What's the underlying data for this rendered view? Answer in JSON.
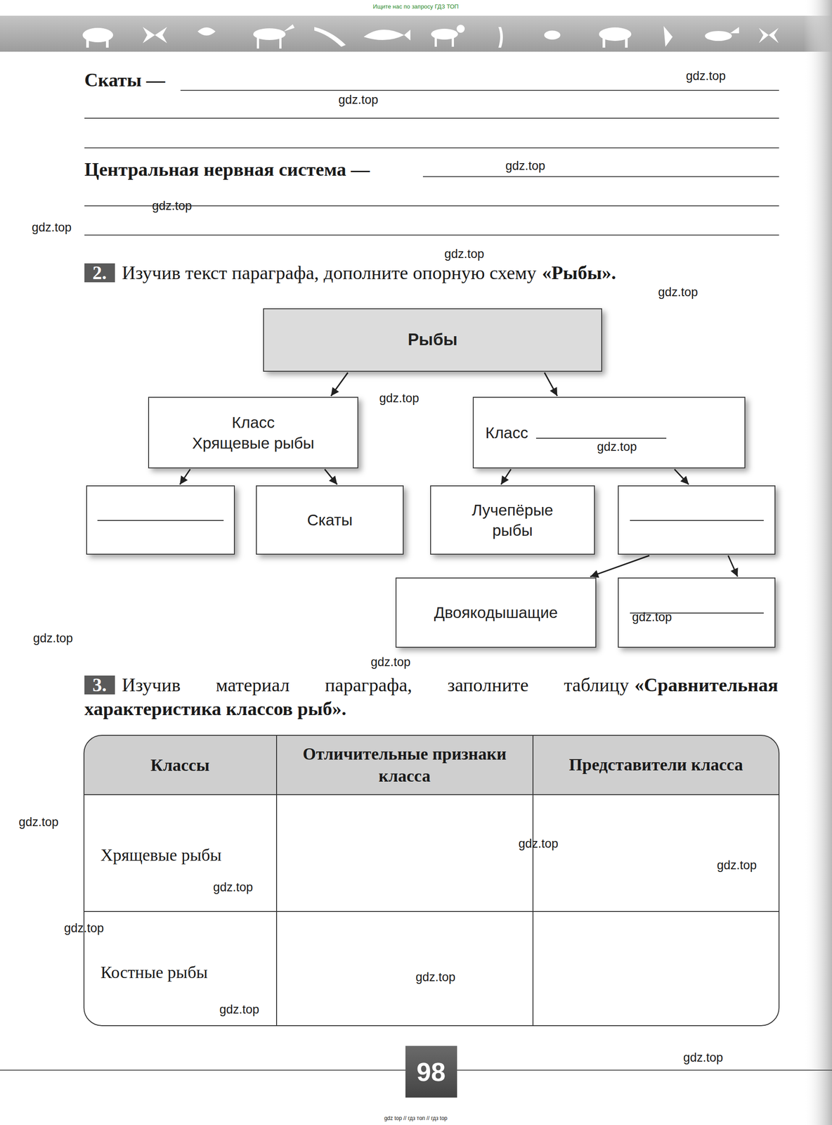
{
  "diagram": {
    "nodes": [
      {
        "text": [
          "Рыбы"
        ]
      },
      {
        "text": [
          "Класс Хрящевые рыбы"
        ]
      },
      {
        "text": [
          "Класс"
        ]
      },
      {
        "text": []
      },
      {
        "text": [
          "Скаты"
        ]
      },
      {
        "text": [
          "Лучепёрые рыбы"
        ]
      },
      {
        "text": []
      },
      {
        "text": [
          "Двоякодышащие"
        ]
      },
      {
        "text": []
      }
    ],
    "edges": [
      {
        "from": 0,
        "to": 1,
        "arrow": "to"
      },
      {
        "from": 0,
        "to": 2,
        "arrow": "to"
      },
      {
        "from": 1,
        "to": 3,
        "arrow": "to"
      },
      {
        "from": 1,
        "to": 4,
        "arrow": "to"
      },
      {
        "from": 2,
        "to": 5,
        "arrow": "to"
      },
      {
        "from": 2,
        "to": 6,
        "arrow": "to"
      },
      {
        "from": 6,
        "to": 7,
        "arrow": "to"
      },
      {
        "from": 6,
        "to": 8,
        "arrow": "to"
      }
    ],
    "labels": [
      "Ищите нас по запросу ГДЗ ТОП",
      "Скаты —",
      "Центральная нервная система —",
      "2.",
      "Изучив текст параграфа, дополните опорную схему",
      "«Рыбы».",
      "3.",
      "Изучив материал параграфа, заполните таблицу",
      "«Сравнительная характеристика классов рыб».",
      "Классы",
      "Отличительные признаки класса",
      "Представители класса",
      "Хрящевые рыбы",
      "Костные рыбы",
      "98",
      "gdz top // гдз топ // гдз top",
      "gdz.top",
      "gdz.top",
      "gdz.top",
      "gdz.top",
      "gdz.top",
      "gdz.top",
      "gdz.top",
      "gdz.top",
      "gdz.top",
      "gdz.top",
      "gdz.top",
      "gdz.top",
      "gdz.top",
      "gdz.top",
      "gdz.top",
      "gdz.top",
      "gdz.top",
      "gdz.top",
      "gdz.top",
      "gdz.top"
    ]
  }
}
